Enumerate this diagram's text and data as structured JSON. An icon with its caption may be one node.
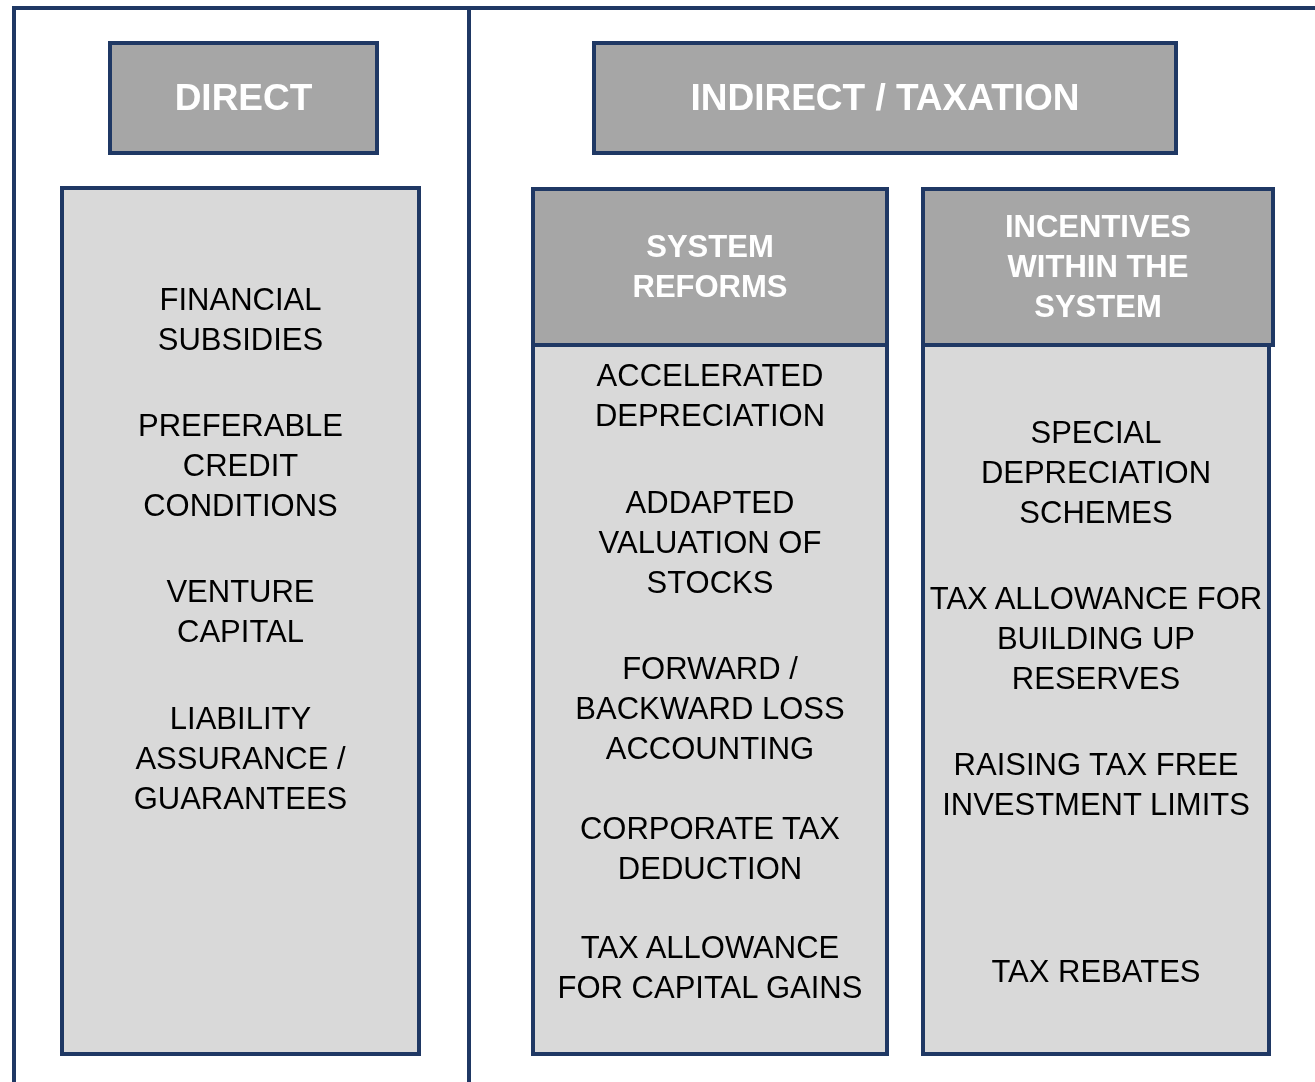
{
  "diagram": {
    "nodes": [
      {
        "text": [
          "DIRECT"
        ]
      },
      {
        "text": [
          "FINANCIAL SUBSIDIES",
          "PREFERABLE CREDIT CONDITIONS",
          "VENTURE CAPITAL",
          "LIABILITY ASSURANCE / GUARANTEES"
        ]
      },
      {
        "text": [
          "INDIRECT / TAXATION"
        ]
      },
      {
        "text": [
          "SYSTEM REFORMS"
        ]
      },
      {
        "text": [
          "ACCELERATED DEPRECIATION",
          "ADDAPTED VALUATION OF STOCKS",
          "FORWARD / BACKWARD LOSS ACCOUNTING",
          "CORPORATE TAX DEDUCTION",
          "TAX ALLOWANCE FOR CAPITAL GAINS"
        ]
      },
      {
        "text": [
          "INCENTIVES WITHIN THE SYSTEM"
        ]
      },
      {
        "text": [
          "SPECIAL DEPRECIATION SCHEMES",
          "TAX ALLOWANCE FOR BUILDING UP RESERVES",
          "RAISING TAX FREE INVESTMENT LIMITS",
          "TAX REBATES"
        ]
      }
    ]
  }
}
